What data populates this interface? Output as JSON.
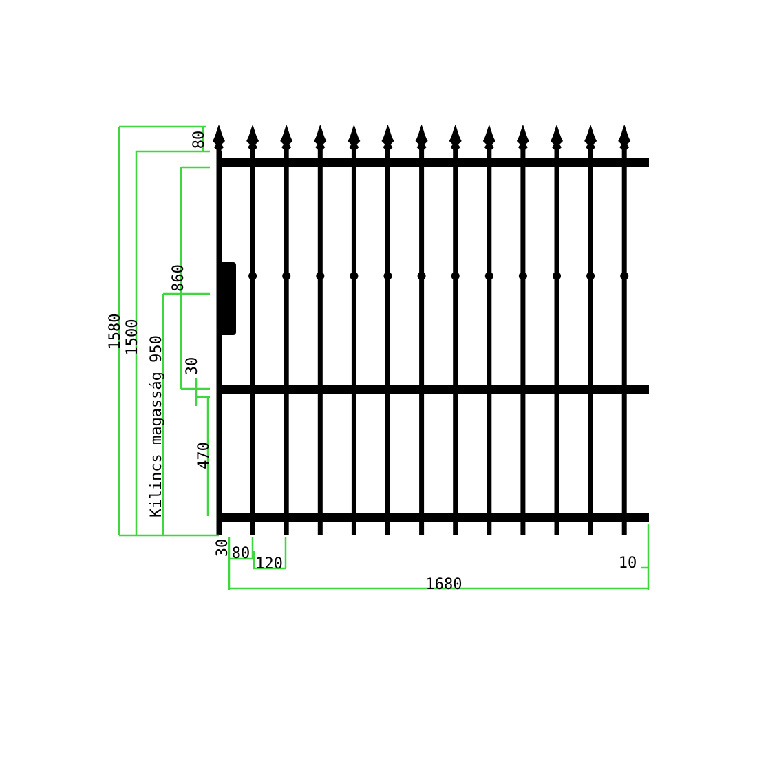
{
  "drawing": {
    "colors": {
      "dimension": "#3fd63f",
      "metal": "#000000"
    },
    "picket_count": 13,
    "dimensions": {
      "total_height": "1580",
      "frame_height": "1500",
      "spike_height": "80",
      "upper_section": "860",
      "handle_height": "Kilincs magasság 950",
      "rail_gap": "30",
      "lower_section": "470",
      "bottom_offset": "30",
      "first_spacing": "80",
      "picket_spacing": "120",
      "end_offset": "10",
      "total_width": "1680"
    }
  }
}
